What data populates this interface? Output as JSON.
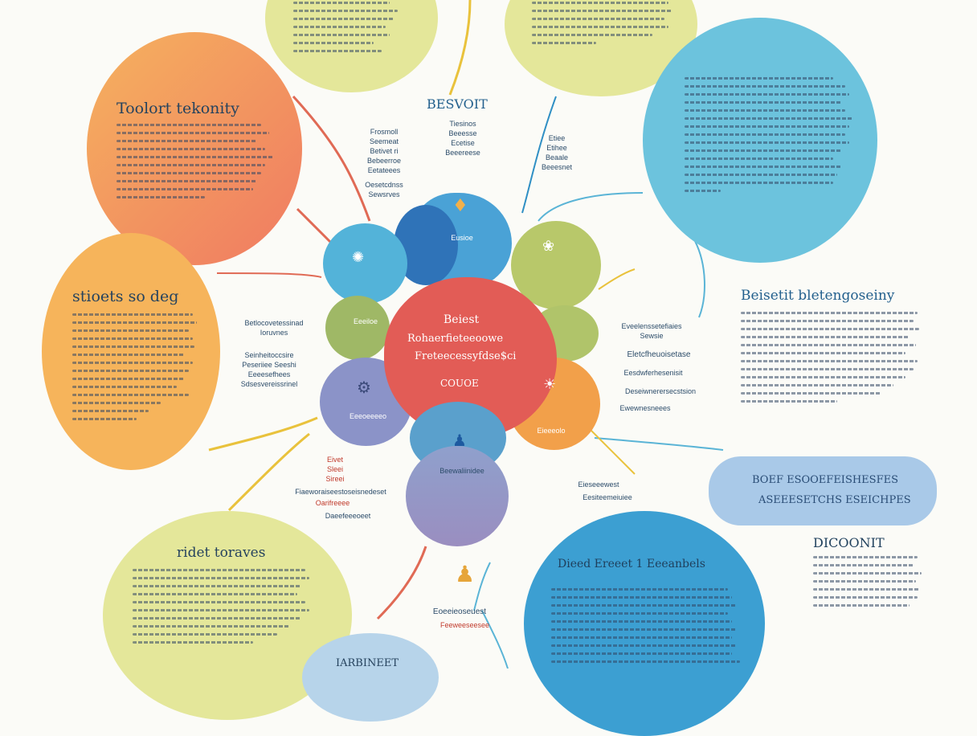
{
  "colors": {
    "orange": "#f2a05a",
    "coral": "#ef8a6c",
    "yellow_green": "#e4e79a",
    "olive": "#b8c86a",
    "sky": "#63bcd8",
    "blue": "#3f97cc",
    "red": "#e05a55",
    "periwinkle": "#8b93c8",
    "light_blue": "#9ec4e6",
    "text": "#26435e"
  },
  "nodes": {
    "orange_top_heading": "Toolort tekonity",
    "orange_left_heading": "stioets so deg",
    "bottom_left_heading": "ridet toraves",
    "right_heading": "Beisetit bletengoseiny",
    "bottom_right_heading": "Dieed Ereeet 1 Eeeanbels",
    "top_center_heading": "BESVOIT",
    "right_bottom_heading": "DICOONIT",
    "pill_line_1": "BOEF ESOOEFEISHESFES",
    "pill_line_2": "ASEEESETCHS ESEICHPES",
    "bottom_blob_heading": "IARBINEET"
  },
  "center": {
    "line1": "Beiest",
    "line2": "Rohaerfieteeoowe",
    "line3": "Freteecessyfdse$ci",
    "line4": "COUOE"
  },
  "labels": {
    "top_left_stack": [
      "Frosmoll",
      "Seemeat",
      "Betivet ri",
      "Bebeerroe",
      "Eetateees",
      "Oesetcdnss",
      "Sewsrves"
    ],
    "top_mid_stack": [
      "Tiesinos",
      "Beeesse",
      "Ecetise",
      "Beeereese"
    ],
    "top_right_stack": [
      "Etiee",
      "Etihee",
      "Beaale",
      "Beeesnet"
    ],
    "left_mid_stack": [
      "Betlocovetessinad",
      "Ioruvnes"
    ],
    "left_low_stack": [
      "Seinheitoccsire",
      "Peseriiee Seeshi",
      "Eeeesefhees",
      "Sdsesvereissrinel"
    ],
    "right_mid_1": [
      "Eveelenssetefiaies",
      "Sewsie"
    ],
    "right_mid_2": "Eletcfheuoisetase",
    "right_mid_3": "Eesdwferhesenisit",
    "right_mid_4": "Deseiwnerersecstsion",
    "right_mid_5": "Ewewnesneees",
    "left_bottom_stack": [
      "Eivet",
      "Sleei",
      "Sireei"
    ],
    "left_bottom_long": "Fiaeworaiseestoseisnedeset",
    "left_bottom_3": "Oarifreeee",
    "left_bottom_4": "Daeefeeeoeet",
    "right_lower_1": "Eieseeewest",
    "right_lower_2": "Eesiteemeiuiee",
    "bottom_center_1": "Beewaliinidee",
    "bottom_center_2": "Eoeeieoseuest",
    "bottom_center_3": "Feeweeseesee",
    "center_blue_label": "Eusioe",
    "center_green_label": "Eeeiloe",
    "center_purple_label": "Eeeoeeeeo",
    "center_orange_label": "Eieeeolo"
  }
}
